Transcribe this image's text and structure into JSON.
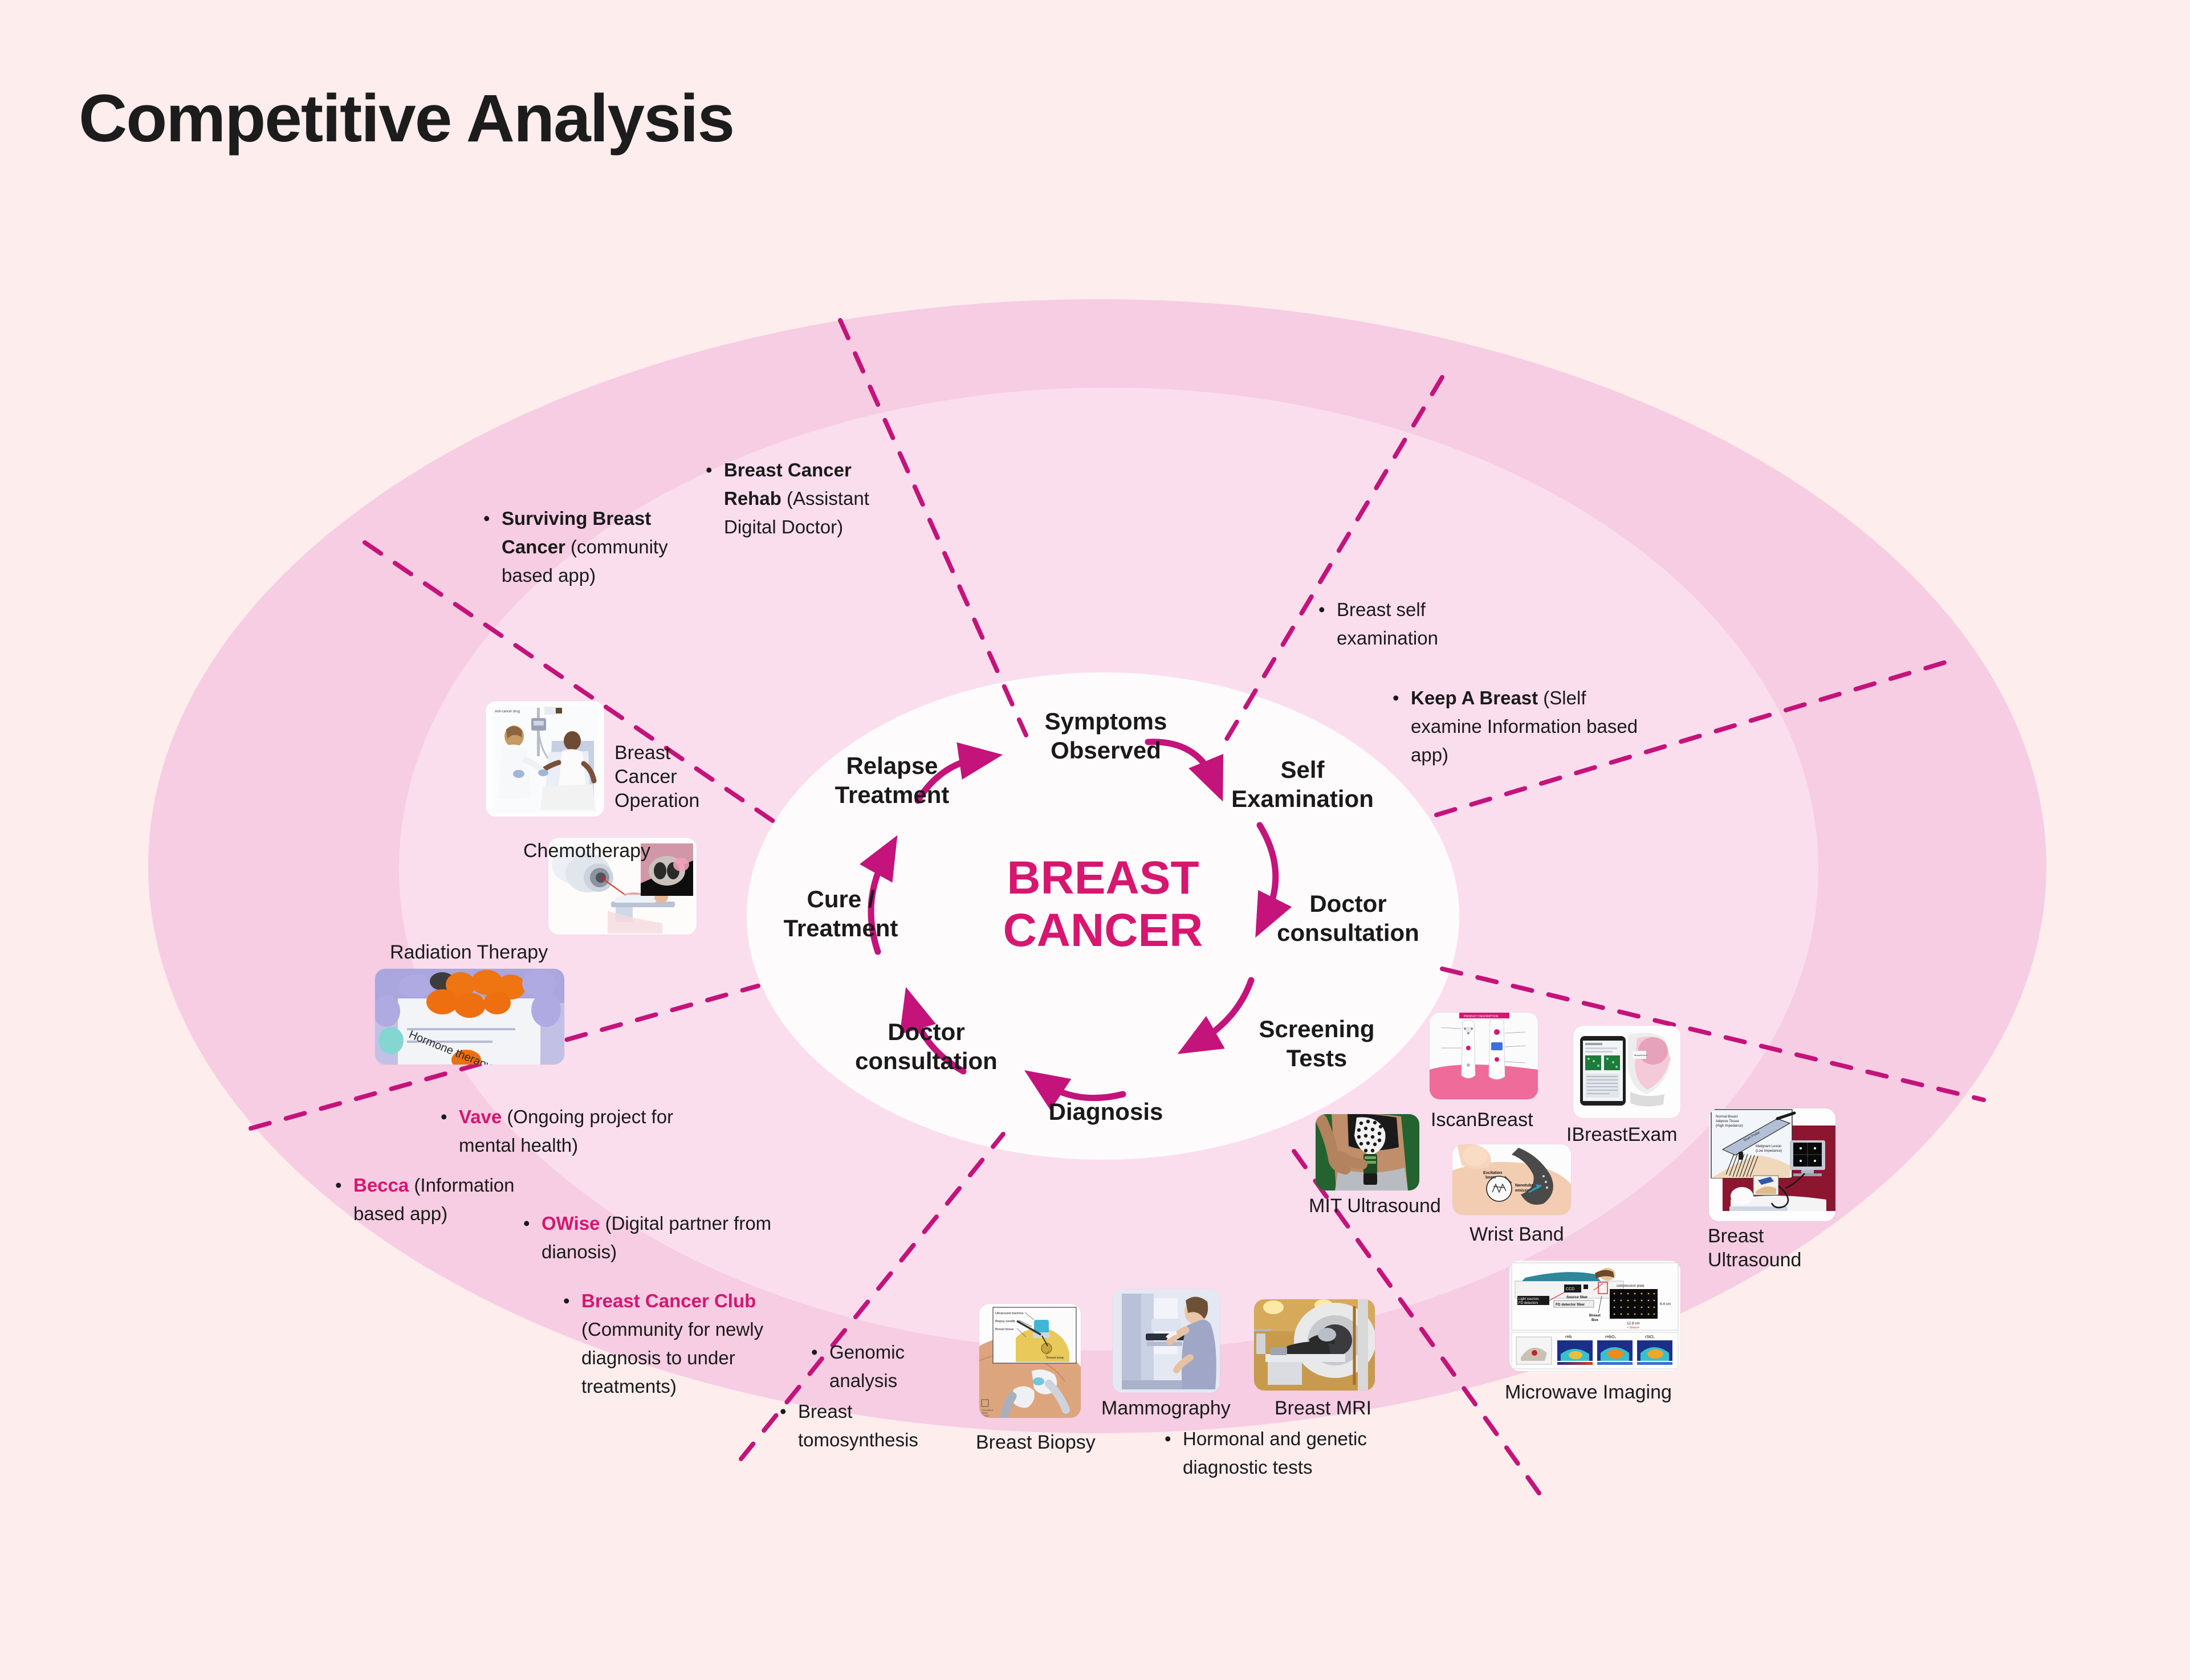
{
  "page": {
    "title": "Competitive Analysis",
    "background_color": "#fdeded",
    "accent_color": "#d6166f",
    "outer_ring_color": "#f6cde3",
    "mid_ring_color": "#fbdeee",
    "center_color": "#fefbfd"
  },
  "center": {
    "title": "BREAST\nCANCER",
    "stages": [
      {
        "label": "Symptoms\nObserved"
      },
      {
        "label": "Self\nExamination"
      },
      {
        "label": "Doctor\nconsultation"
      },
      {
        "label": "Screening\nTests"
      },
      {
        "label": "Diagnosis"
      },
      {
        "label": "Doctor\nconsultation"
      },
      {
        "label": "Cure /\nTreatment"
      },
      {
        "label": "Relapse\nTreatment"
      }
    ]
  },
  "notes": [
    {
      "id": "surviving-breast-cancer",
      "brand": "Surviving Breast Cancer",
      "desc": " (community based app)",
      "bold_brand": true,
      "pink": false
    },
    {
      "id": "breast-cancer-rehab",
      "brand": "Breast Cancer Rehab",
      "desc": " (Assistant Digital Doctor)",
      "bold_brand": true,
      "pink": false
    },
    {
      "id": "breast-self-examination",
      "brand": "",
      "desc": "Breast self examination",
      "bold_brand": false,
      "pink": false
    },
    {
      "id": "keep-a-breast",
      "brand": "Keep A Breast",
      "desc": " (Slelf examine Information based app)",
      "bold_brand": true,
      "pink": false
    },
    {
      "id": "vave",
      "brand": "Vave",
      "desc": " (Ongoing project for mental health)",
      "bold_brand": true,
      "pink": true
    },
    {
      "id": "becca",
      "brand": "Becca",
      "desc": " (Information based app)",
      "bold_brand": true,
      "pink": true
    },
    {
      "id": "owise",
      "brand": "OWise",
      "desc": " (Digital partner from dianosis)",
      "bold_brand": true,
      "pink": true
    },
    {
      "id": "breast-cancer-club",
      "brand": "Breast Cancer Club",
      "desc": " (Community for newly diagnosis to under treatments)",
      "bold_brand": true,
      "pink": true
    },
    {
      "id": "genomic-analysis",
      "brand": "",
      "desc": "Genomic analysis",
      "bold_brand": false,
      "pink": false
    },
    {
      "id": "breast-tomosynthesis",
      "brand": "",
      "desc": "Breast tomosynthesis",
      "bold_brand": false,
      "pink": false
    },
    {
      "id": "hormonal-genetic-tests",
      "brand": "",
      "desc": "Hormonal and genetic diagnostic tests",
      "bold_brand": false,
      "pink": false
    }
  ],
  "image_labels": {
    "breast_cancer_operation": "Breast\nCancer\nOperation",
    "chemotherapy": "Chemotherapy",
    "radiation_therapy": "Radiation Therapy",
    "iscan_breast": "IscanBreast",
    "ibreast_exam": "IBreastExam",
    "mit_ultrasound": "MIT Ultrasound",
    "wrist_band": "Wrist Band",
    "breast_ultrasound": "Breast\nUltrasound",
    "microwave_imaging": "Microwave Imaging",
    "breast_biopsy": "Breast Biopsy",
    "mammography": "Mammography",
    "breast_mri": "Breast MRI"
  },
  "image_inline_text": {
    "chemo_caption": "Anti-cancer drug",
    "hormone_therapy": "Hormone therapy",
    "biopsy_labels": [
      "Ultrasound machine",
      "Biopsy needle",
      "Breast tissue",
      "Breast lump"
    ],
    "ultrasound_labels": [
      "Normal Breast Adipose Tissue (High Impedance)",
      "Scan Probe",
      "Malignant Lesion (Low Impedance)"
    ],
    "wristband_labels": [
      "Excitation beam",
      "Nanotube emission"
    ],
    "microwave_labels": [
      "CCD",
      "Source fiber",
      "Light sources",
      "FD detectors",
      "FD detector fiber",
      "Breast Box",
      "compression plate",
      "6.4 cm",
      "12.8 cm",
      "Source",
      "FD detectors",
      "rHb",
      "rHbO2",
      "rStO2"
    ],
    "iscan_caption": "PRODUCT DESCRIPTION"
  }
}
